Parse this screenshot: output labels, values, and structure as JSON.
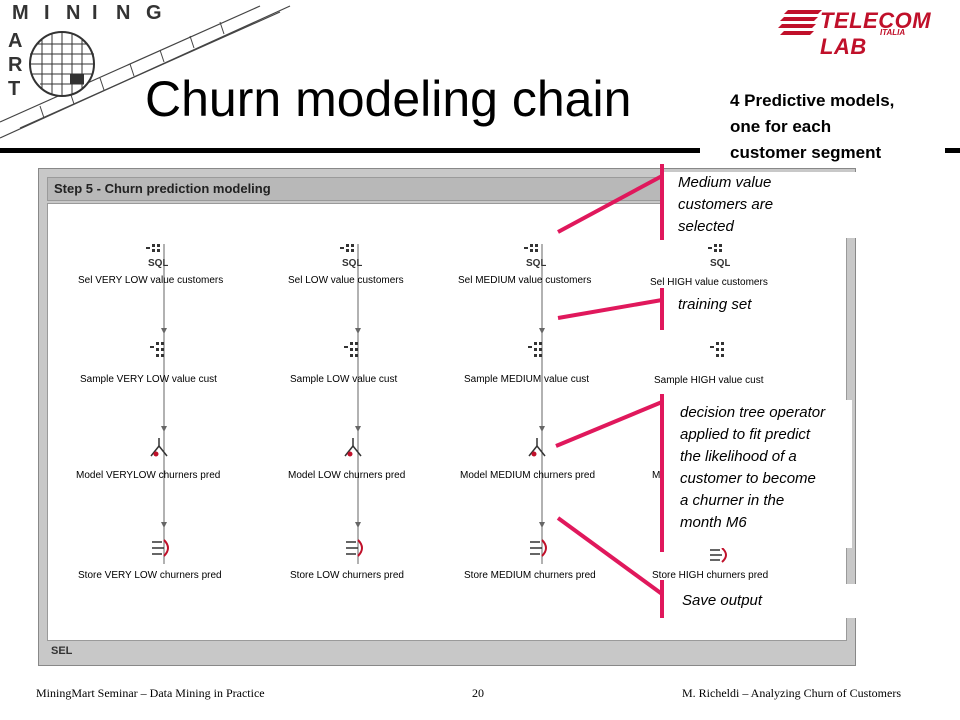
{
  "logo": {
    "letters_top": [
      "M",
      "I",
      "N",
      "I",
      "N",
      "G"
    ],
    "letters_side": [
      "A",
      "R",
      "T"
    ]
  },
  "brand": {
    "name": "TELECOM LAB",
    "sub": "ITALIA",
    "color": "#c0102a"
  },
  "slide": {
    "title": "Churn modeling chain",
    "subtitle_lines": [
      "4 Predictive models,",
      "one for each",
      "customer segment"
    ]
  },
  "window": {
    "title": "Step 5 - Churn prediction modeling",
    "status": "SEL",
    "columns": [
      {
        "sel": "Sel VERY LOW value customers",
        "sample": "Sample VERY LOW value cust",
        "model": "Model VERYLOW churners pred",
        "store": "Store VERY LOW churners pred"
      },
      {
        "sel": "Sel LOW value customers",
        "sample": "Sample LOW value cust",
        "model": "Model LOW churners pred",
        "store": "Store LOW churners pred"
      },
      {
        "sel": "Sel MEDIUM value customers",
        "sample": "Sample MEDIUM value cust",
        "model": "Model MEDIUM churners pred",
        "store": "Store MEDIUM churners pred"
      },
      {
        "sel": "Sel HIGH value customers",
        "sample": "Sample HIGH value cust",
        "model": "Mo",
        "store": "Store HIGH churners pred"
      }
    ]
  },
  "callouts": {
    "medium": [
      "Medium value",
      "customers are",
      "selected"
    ],
    "training": [
      "training set"
    ],
    "decision": [
      "decision tree operator",
      "applied to fit predict",
      "the likelihood of a",
      "customer to become",
      "a churner in the",
      "month M6"
    ],
    "save": [
      "Save output"
    ]
  },
  "footer": {
    "left": "MiningMart Seminar – Data Mining in Practice",
    "page": "20",
    "right": "M. Richeldi – Analyzing Churn of Customers"
  },
  "colors": {
    "callout_line": "#e0185c"
  }
}
